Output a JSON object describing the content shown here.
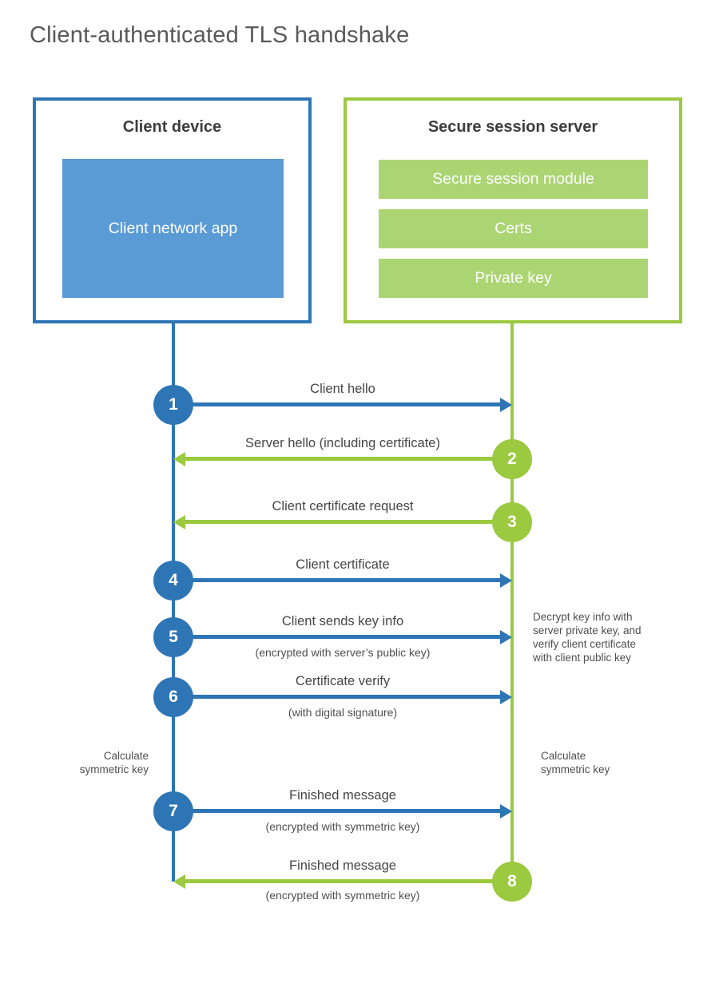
{
  "title": "Client-authenticated TLS handshake",
  "colors": {
    "blue": "#2e75b6",
    "blue_fill": "#5b9bd5",
    "green": "#9bc93f",
    "green_fill": "#abd573"
  },
  "client_box": {
    "title": "Client device",
    "module": "Client network app"
  },
  "server_box": {
    "title": "Secure session server",
    "modules": [
      "Secure session module",
      "Certs",
      "Private key"
    ]
  },
  "messages": [
    {
      "num": "1",
      "from": "client",
      "direction": "right",
      "label": "Client hello",
      "sublabel": ""
    },
    {
      "num": "2",
      "from": "server",
      "direction": "left",
      "label": "Server hello (including certificate)",
      "sublabel": ""
    },
    {
      "num": "3",
      "from": "server",
      "direction": "left",
      "label": "Client certificate request",
      "sublabel": ""
    },
    {
      "num": "4",
      "from": "client",
      "direction": "right",
      "label": "Client certificate",
      "sublabel": ""
    },
    {
      "num": "5",
      "from": "client",
      "direction": "right",
      "label": "Client sends key info",
      "sublabel": "(encrypted with server’s public key)"
    },
    {
      "num": "6",
      "from": "client",
      "direction": "right",
      "label": "Certificate verify",
      "sublabel": "(with digital signature)"
    },
    {
      "num": "7",
      "from": "client",
      "direction": "right",
      "label": "Finished message",
      "sublabel": "(encrypted with symmetric key)"
    },
    {
      "num": "8",
      "from": "server",
      "direction": "left",
      "label": "Finished message",
      "sublabel": "(encrypted with symmetric key)"
    }
  ],
  "annotations": {
    "decrypt_note": {
      "lines": [
        "Decrypt key info with",
        "server private key, and",
        "verify client certificate",
        "with client public key"
      ]
    },
    "calculate_left": {
      "lines": [
        "Calculate",
        "symmetric key"
      ]
    },
    "calculate_right": {
      "lines": [
        "Calculate",
        "symmetric key"
      ]
    }
  }
}
